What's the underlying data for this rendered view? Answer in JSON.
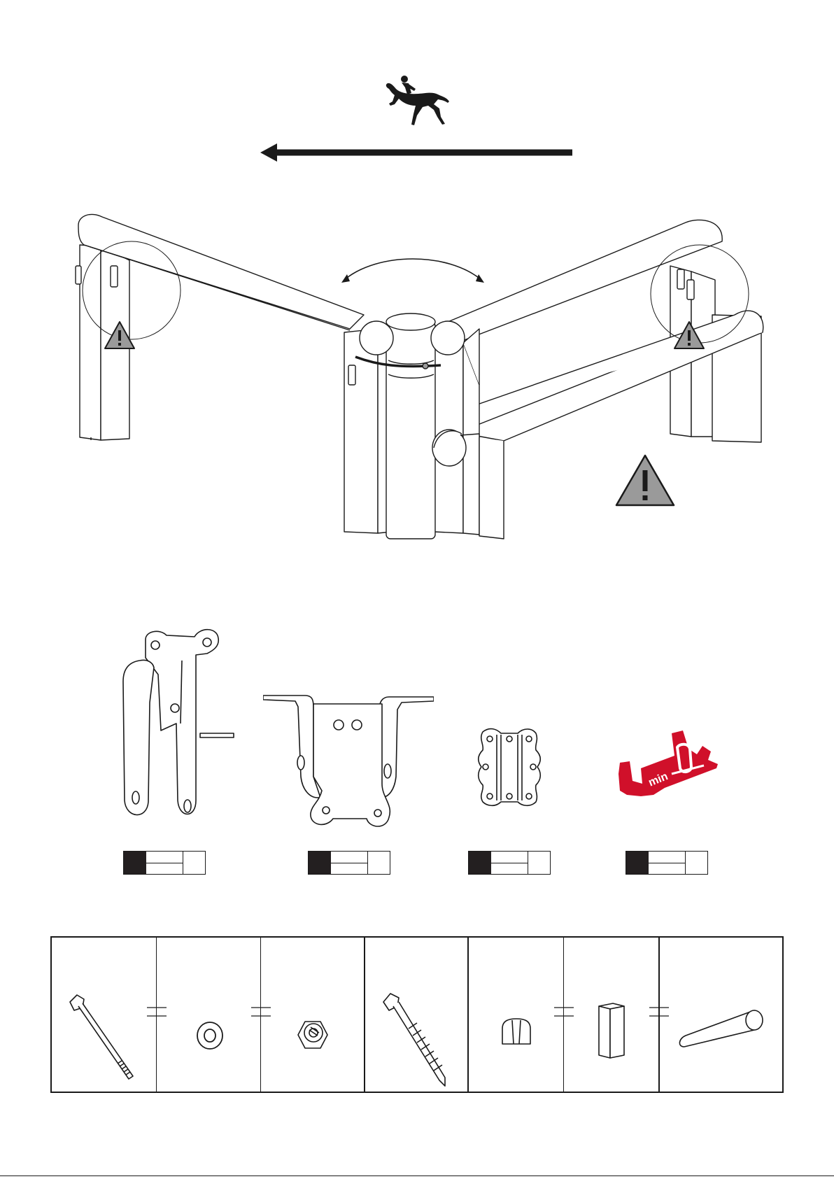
{
  "header": {
    "direction": "left",
    "rider_icon": "horse-rider-icon",
    "arrow_icon": "arrow-left-icon"
  },
  "assembly": {
    "warning_icon": "warning-triangle-icon",
    "warning_mark": "!",
    "accent_grey": "#9a9a9a"
  },
  "brackets": [
    {
      "name": "long-plate-bracket",
      "icon": "bracket-large-icon"
    },
    {
      "name": "angle-bracket",
      "icon": "bracket-angle-icon"
    },
    {
      "name": "small-plate",
      "icon": "plate-small-icon"
    },
    {
      "name": "min-sticker",
      "icon": "min-label-icon",
      "text": "min",
      "color": "#d0102a"
    }
  ],
  "hardware": [
    {
      "name": "long-bolt",
      "icon": "bolt-icon"
    },
    {
      "name": "washer",
      "icon": "washer-icon"
    },
    {
      "name": "lock-nut",
      "icon": "nut-icon"
    },
    {
      "name": "lag-screw",
      "icon": "lag-screw-icon"
    },
    {
      "name": "end-cap",
      "icon": "cap-icon"
    },
    {
      "name": "square-plug",
      "icon": "square-plug-icon"
    },
    {
      "name": "round-plug",
      "icon": "round-plug-icon"
    }
  ]
}
